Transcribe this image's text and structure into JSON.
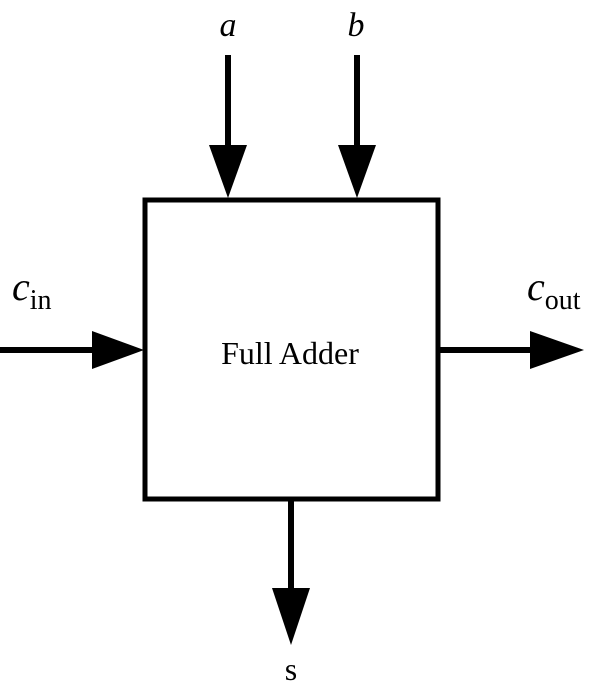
{
  "diagram": {
    "block_label": "Full Adder",
    "inputs": {
      "a": "a",
      "b": "b",
      "carry_in": {
        "base": "c",
        "subscript": "in"
      }
    },
    "outputs": {
      "carry_out": {
        "base": "c",
        "subscript": "out"
      },
      "sum": "s"
    }
  },
  "colors": {
    "stroke": "#000000",
    "background": "#ffffff"
  }
}
